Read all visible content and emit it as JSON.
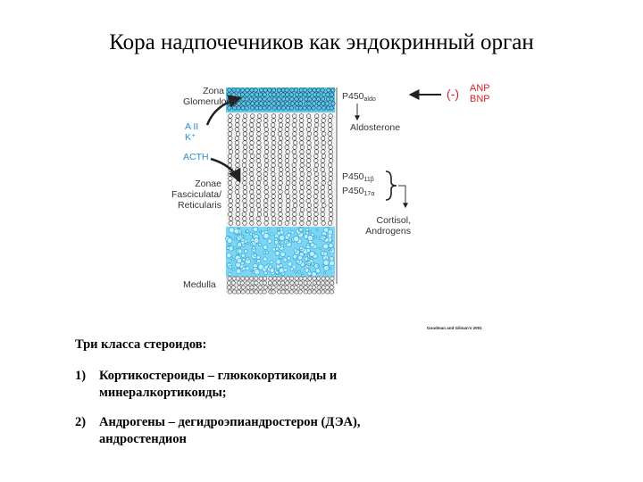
{
  "title": "Кора надпочечников как эндокринный орган",
  "diagram": {
    "zone_glomerulosa": [
      "Zona",
      "Glomerulosa"
    ],
    "stimulants_top": [
      "A II",
      "K⁺"
    ],
    "acth": "ACTH",
    "zone_fasciculata": [
      "Zonae",
      "Fasciculata/",
      "Reticularis"
    ],
    "medulla": "Medulla",
    "p450_aldo": {
      "main": "P450",
      "sub": "aldo"
    },
    "aldosterone": "Aldosterone",
    "p450_11b": {
      "main": "P450",
      "sub": "11β"
    },
    "p450_17a": {
      "main": "P450",
      "sub": "17α"
    },
    "products": [
      "Cortisol,",
      "Androgens"
    ],
    "inhibit_sign": "(-)",
    "inhibitors": [
      "ANP",
      "BNP"
    ],
    "citation": "Goodman and Gilman's 2001",
    "colors": {
      "accent_blue": "#2a8fd4",
      "inhibit_red": "#d0262a",
      "cell_blue": "#5cc8ee"
    }
  },
  "text": {
    "heading": "Три класса стероидов:",
    "items": [
      {
        "num": "1)",
        "lines": [
          "Кортикостероиды – глюкокортикоиды и",
          "минералкортикоиды;"
        ]
      },
      {
        "num": "2)",
        "lines": [
          "Андрогены – дегидроэпиандростерон (ДЭА),",
          "андростендион"
        ]
      }
    ]
  }
}
